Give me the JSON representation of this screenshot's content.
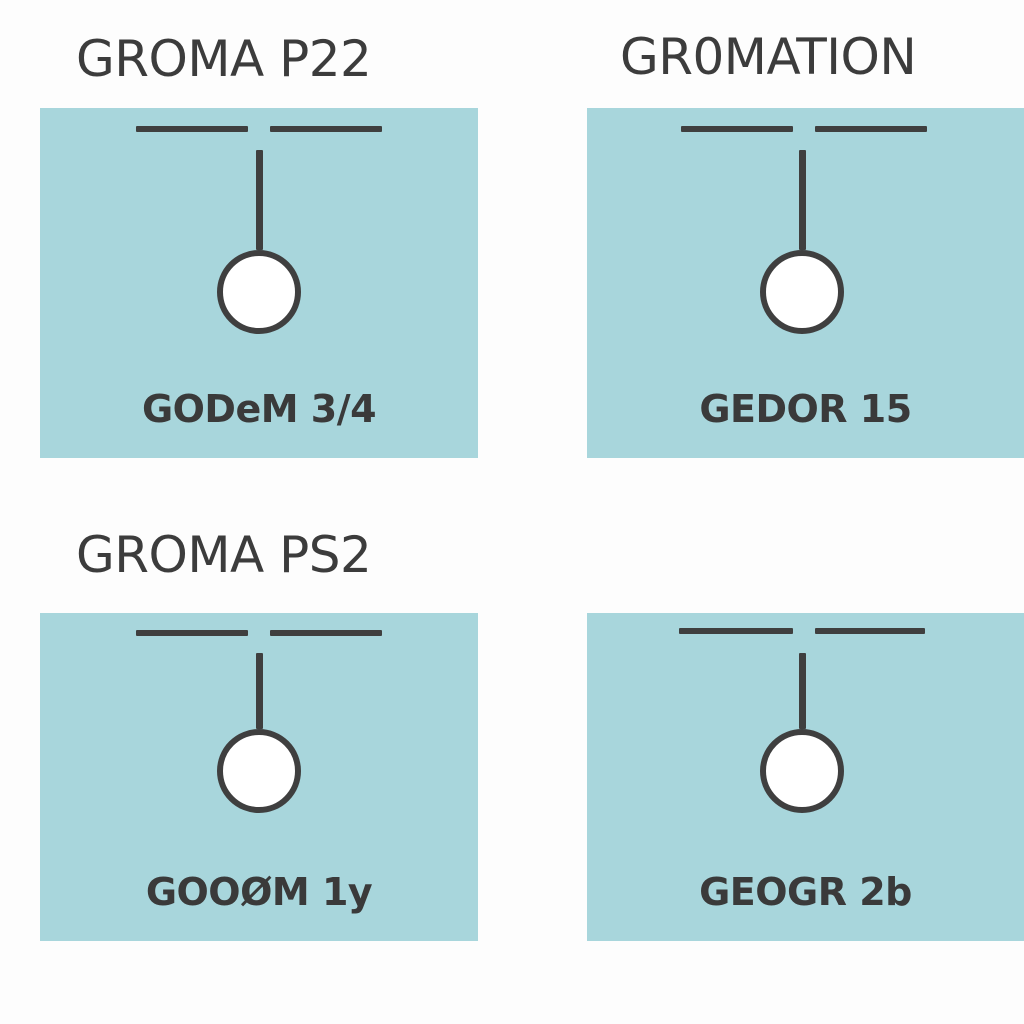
{
  "headings": {
    "top_left": "GROMA P22",
    "top_right": "GR0MATION",
    "bottom_left": "GROMA PS2"
  },
  "panels": [
    {
      "label": "GODeM 3/4"
    },
    {
      "label": "GEDOR 15"
    },
    {
      "label": "GOOØM 1y"
    },
    {
      "label": "GEOGR 2b"
    }
  ],
  "colors": {
    "panel_fill": "#a8d6dc",
    "ink": "#3f3f3f",
    "bulb_fill": "#ffffff",
    "background": "#fdfdfd"
  },
  "icons": [
    "pendant-lamp-icon"
  ]
}
